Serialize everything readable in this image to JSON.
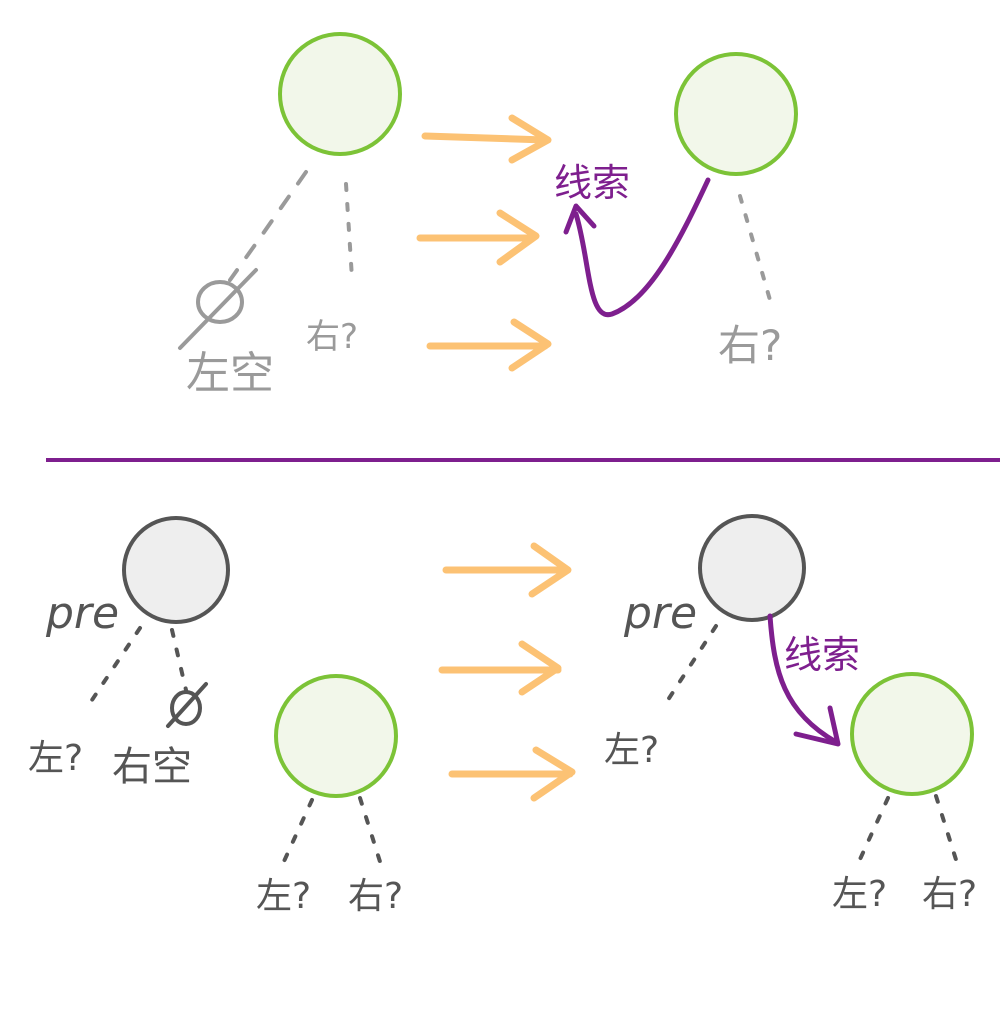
{
  "labels": {
    "thread": "线索",
    "thread_bottom": "线索",
    "left_empty": "左空",
    "right_empty": "右空",
    "left_q": "左?",
    "right_q": "右?",
    "pre": "pre"
  },
  "colors": {
    "green_stroke": "#7cc337",
    "green_fill": "#f2f7ea",
    "grey_stroke": "#555555",
    "grey_fill": "#eeeeee",
    "arrow": "#fcc274",
    "purple": "#7e1f8e",
    "faint": "#9a9a9a",
    "dark_text": "#555555"
  }
}
